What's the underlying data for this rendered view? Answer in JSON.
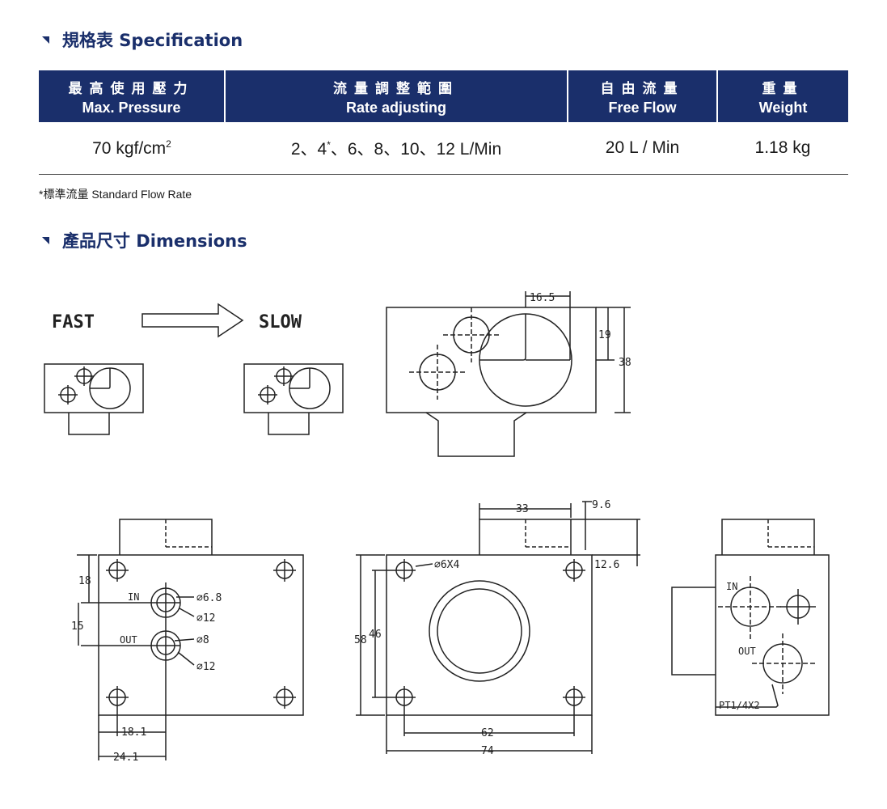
{
  "sections": {
    "spec_title": "規格表 Specification",
    "dim_title": "產品尺寸 Dimensions"
  },
  "table": {
    "headers": [
      {
        "zh": "最高使用壓力",
        "en": "Max. Pressure"
      },
      {
        "zh": "流量調整範圍",
        "en": "Rate adjusting"
      },
      {
        "zh": "自由流量",
        "en": "Free Flow"
      },
      {
        "zh": "重量",
        "en": "Weight"
      }
    ],
    "row": {
      "pressure": "70 kgf/cm",
      "pressure_sup": "2",
      "rate_pre": "2、4",
      "rate_sup": "*",
      "rate_post": "、6、8、10、12 L/Min",
      "free_flow": "20 L / Min",
      "weight": "1.18 kg"
    }
  },
  "note": "*標準流量 Standard Flow Rate",
  "drawing": {
    "fast": "FAST",
    "slow": "SLOW",
    "top_dims": {
      "d1": "16.5",
      "d2": "19",
      "d3": "38"
    },
    "left_view": {
      "in": "IN",
      "out": "OUT",
      "d1": "⌀6.8",
      "d2": "⌀12",
      "d3": "⌀8",
      "d4": "⌀12",
      "v1": "18",
      "v2": "15",
      "h1": "18.1",
      "h2": "24.1"
    },
    "front_view": {
      "d33": "33",
      "d96": "9.6",
      "d126": "12.6",
      "holes": "⌀6X4",
      "v58": "58",
      "v46": "46",
      "h62": "62",
      "h74": "74"
    },
    "side_view": {
      "in": "IN",
      "out": "OUT",
      "thread": "PT1/4X2"
    }
  },
  "colors": {
    "brand": "#1a2f6b"
  }
}
